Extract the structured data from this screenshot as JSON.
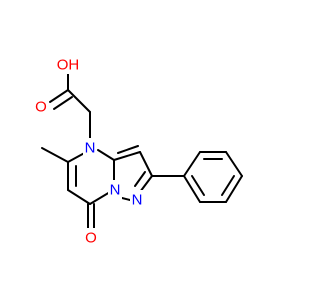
{
  "molecule": {
    "atoms": [
      {
        "id": "oh",
        "text": "OH",
        "color": "#ff0000"
      },
      {
        "id": "o_acid",
        "text": "O",
        "color": "#ff0000"
      },
      {
        "id": "n4",
        "text": "N",
        "color": "#0000ff"
      },
      {
        "id": "n_bridge",
        "text": "N",
        "color": "#0000ff"
      },
      {
        "id": "n_pyrazole",
        "text": "N",
        "color": "#0000ff"
      },
      {
        "id": "o_keto",
        "text": "O",
        "color": "#ff0000"
      }
    ]
  }
}
